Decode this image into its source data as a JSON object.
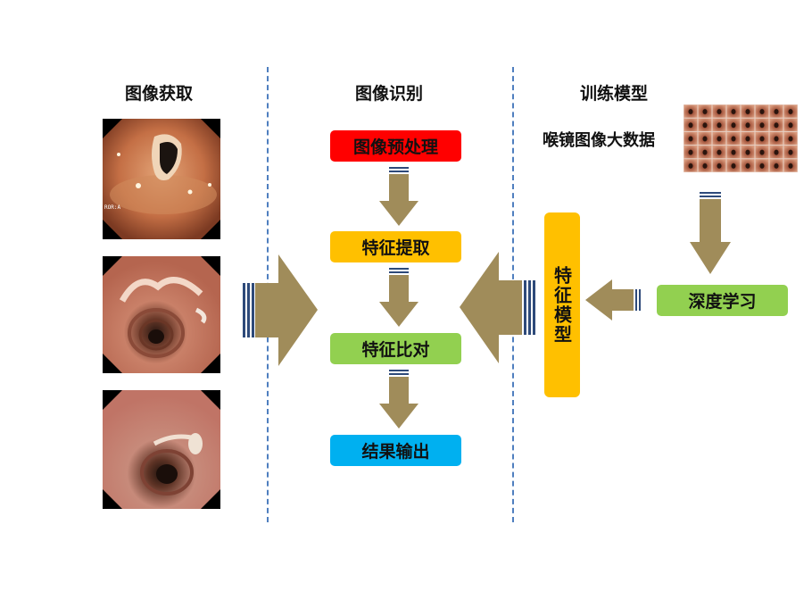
{
  "columns": {
    "acquisition": {
      "title": "图像获取"
    },
    "recognition": {
      "title": "图像识别"
    },
    "training": {
      "title": "训练模型"
    }
  },
  "images": {
    "endoscopy_1_overlay": "ROR:A"
  },
  "pipeline": {
    "steps": [
      {
        "label": "图像预处理",
        "color": "#ff0000"
      },
      {
        "label": "特征提取",
        "color": "#ffc000"
      },
      {
        "label": "特征比对",
        "color": "#92d050"
      },
      {
        "label": "结果输出",
        "color": "#00b0f0"
      }
    ]
  },
  "training": {
    "dataset_label": "喉镜图像大数据",
    "deep_learning_label": "深度学习",
    "model_box_label": "特征模型"
  },
  "colors": {
    "arrow": "#a08c5a",
    "arrow_stripe": "#2e4a7a",
    "divider": "#4f7fbf",
    "model_box": "#ffc000",
    "deep_learning_box": "#92d050"
  }
}
